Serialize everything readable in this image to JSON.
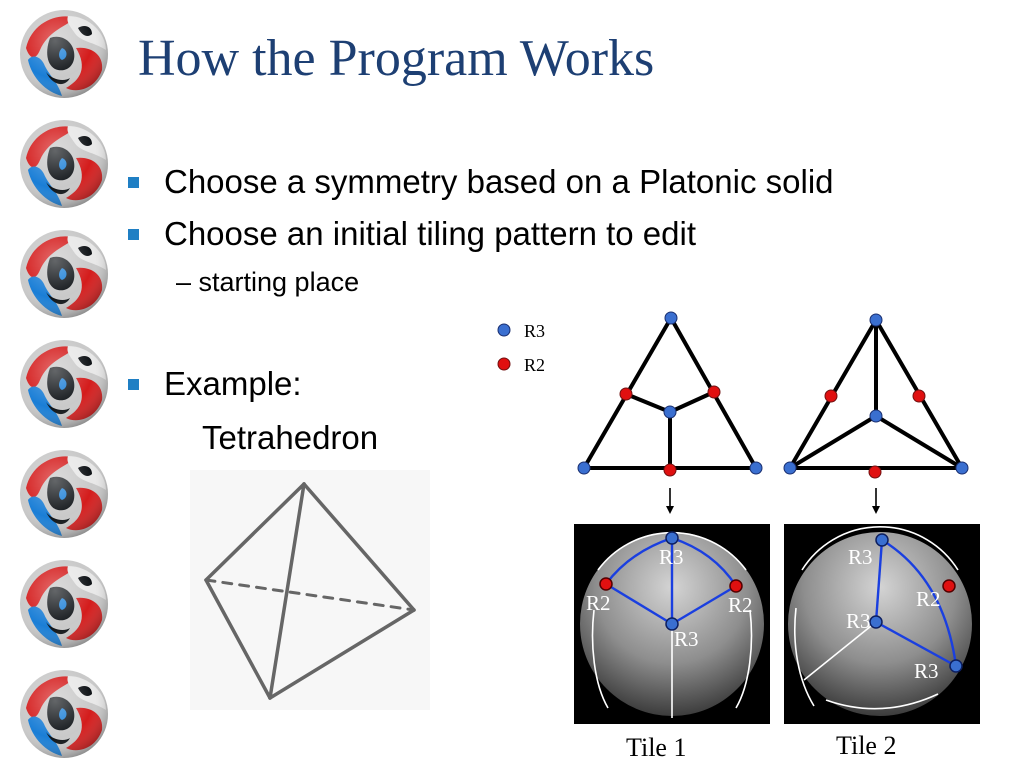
{
  "slide": {
    "title": "How the Program Works",
    "bullets": [
      "Choose a symmetry based on a Platonic solid",
      "Choose an initial tiling pattern to edit",
      "Example:"
    ],
    "sub_bullet": "– starting place",
    "example_name": "Tetrahedron"
  },
  "legend": {
    "r3": "R3",
    "r2": "R2",
    "r3_color": "#3a6fd0",
    "r2_color": "#e01010"
  },
  "tiles": {
    "tile1": {
      "caption": "Tile 1",
      "labels": {
        "top": "R3",
        "left": "R2",
        "right": "R2",
        "center": "R3"
      }
    },
    "tile2": {
      "caption": "Tile 2",
      "labels": {
        "top": "R3",
        "right": "R2",
        "center": "R3",
        "bottom": "R3"
      }
    }
  },
  "colors": {
    "title": "#1d3f73",
    "bullet": "#1f7fc4",
    "sphere_edges": "#1a3fe0"
  }
}
